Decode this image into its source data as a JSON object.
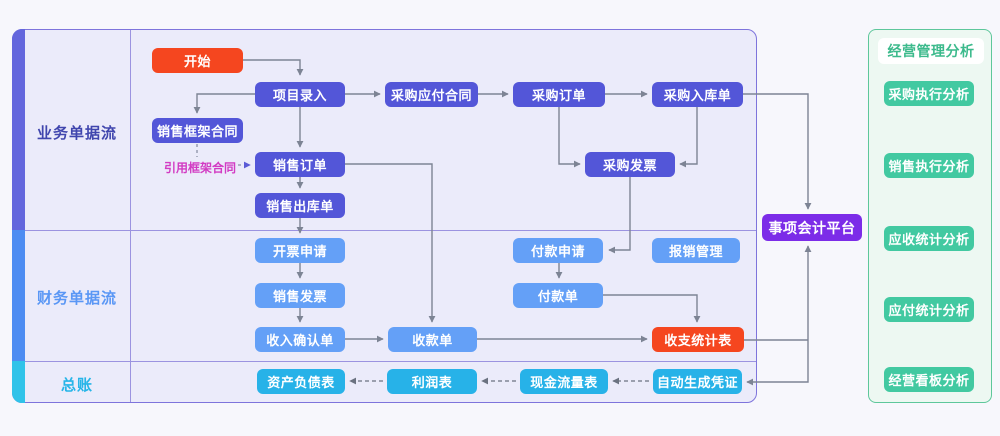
{
  "bands": [
    {
      "label": "业务单据流",
      "label_color": "#4046ae",
      "accent_color": "#6366dd"
    },
    {
      "label": "财务单据流",
      "label_color": "#5a97f5",
      "accent_color": "#4d8cf2"
    },
    {
      "label": "总账",
      "label_color": "#27b5e8",
      "accent_color": "#30c3e9"
    }
  ],
  "flow_nodes": {
    "start": "开始",
    "project_entry": "项目录入",
    "purchase_payable_contract": "采购应付合同",
    "purchase_order": "采购订单",
    "purchase_inbound": "采购入库单",
    "sales_frame_contract": "销售框架合同",
    "sales_order": "销售订单",
    "purchase_invoice": "采购发票",
    "sales_outbound": "销售出库单",
    "billing_request": "开票申请",
    "payment_request": "付款申请",
    "expense_management": "报销管理",
    "sales_invoice": "销售发票",
    "payment_slip": "付款单",
    "income_confirmation": "收入确认单",
    "receipt_slip": "收款单",
    "income_expense_statement": "收支统计表",
    "balance_sheet": "资产负债表",
    "profit_statement": "利润表",
    "cashflow_statement": "现金流量表",
    "auto_voucher": "自动生成凭证",
    "platform": "事项会计平台"
  },
  "reference_edge_label": "引用框架合同",
  "analysis_panel": {
    "title": "经营管理分析",
    "items": [
      "采购执行分析",
      "销售执行分析",
      "应收统计分析",
      "应付统计分析",
      "经营看板分析"
    ]
  },
  "colors": {
    "business_node": "#5356d8",
    "finance_node": "#64a0f7",
    "highlight_node": "#f5461f",
    "ledger_node": "#27b2e8",
    "platform_node": "#7c2ce8",
    "analysis_node": "#42c9a1",
    "analysis_title": "#3cba8c",
    "container_border": "#7e74dc",
    "panel_border": "#5ec79b",
    "connector": "#7d8494",
    "reference_label": "#d23bc3"
  }
}
